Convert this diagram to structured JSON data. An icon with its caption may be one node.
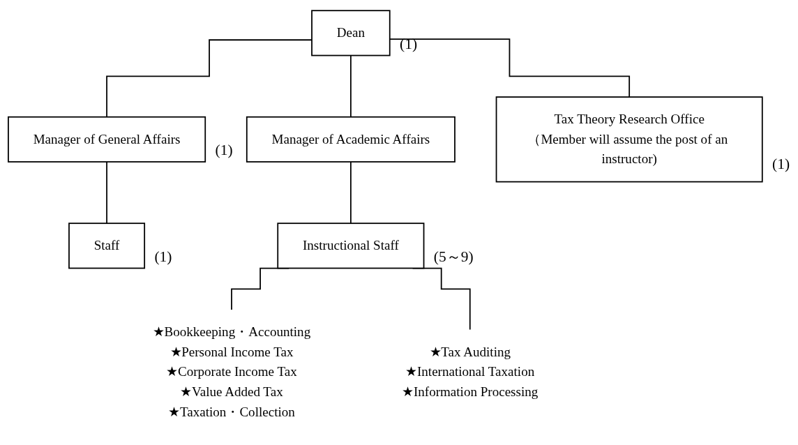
{
  "diagram": {
    "nodes": [
      {
        "text": [
          "Dean"
        ],
        "beside": [
          "(1)"
        ]
      },
      {
        "text": [
          "Manager of General Affairs"
        ],
        "beside": [
          "(1)"
        ]
      },
      {
        "text": [
          "Manager of Academic Affairs"
        ]
      },
      {
        "text": [
          "Tax Theory Research Office",
          "（Member will assume the post of an instructor)"
        ],
        "beside": [
          "(1)"
        ]
      },
      {
        "text": [
          "Staff"
        ],
        "beside": [
          "(1)"
        ]
      },
      {
        "text": [
          "Instructional Staff"
        ],
        "beside": [
          "(5～9)"
        ]
      },
      {
        "text": [
          "★Bookkeeping・Accounting",
          "★Personal Income Tax",
          "★Corporate Income Tax",
          "★Value Added Tax",
          "★Taxation・Collection"
        ]
      },
      {
        "text": [
          "★Tax Auditing",
          "★International Taxation",
          "★Information Processing"
        ]
      }
    ],
    "edges": [
      {
        "from": 0,
        "to": 1,
        "arrow": "none"
      },
      {
        "from": 0,
        "to": 2,
        "arrow": "none"
      },
      {
        "from": 0,
        "to": 3,
        "arrow": "none"
      },
      {
        "from": 1,
        "to": 4,
        "arrow": "none"
      },
      {
        "from": 2,
        "to": 5,
        "arrow": "none"
      },
      {
        "from": 5,
        "to": 6,
        "arrow": "none"
      },
      {
        "from": 5,
        "to": 7,
        "arrow": "none"
      }
    ]
  }
}
